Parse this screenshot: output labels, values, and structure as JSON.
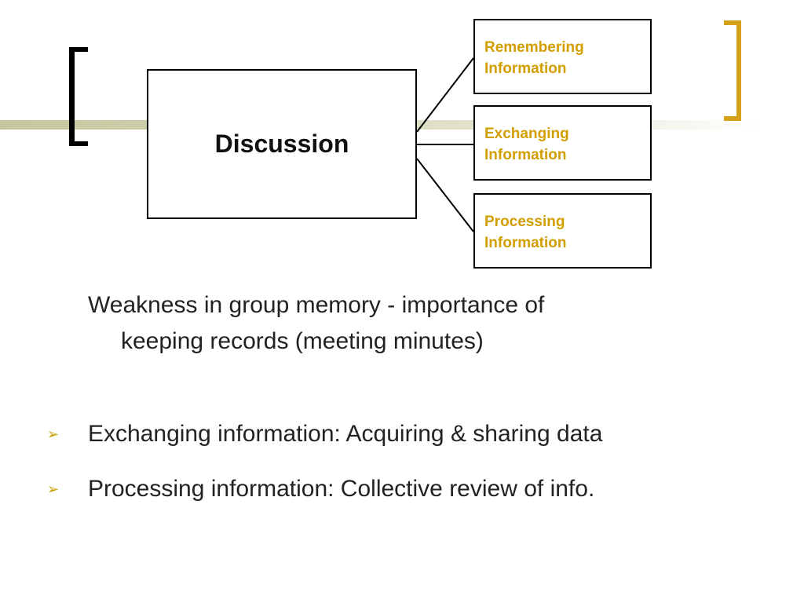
{
  "diagram": {
    "center": "Discussion",
    "branches": [
      {
        "line1": "Remembering",
        "line2": "Information"
      },
      {
        "line1": "Exchanging",
        "line2": "Information"
      },
      {
        "line1": "Processing",
        "line2": "Information"
      }
    ]
  },
  "paragraph": {
    "line1": "Weakness in group memory - importance of",
    "line2": "keeping records (meeting minutes)"
  },
  "bullets": [
    "Exchanging information: Acquiring & sharing data",
    "Processing information: Collective review of info."
  ],
  "bullet_marker": "➢",
  "colors": {
    "accent": "#d39e00",
    "bracket_right": "#d4a017",
    "bracket_left": "#000000",
    "stripe": "#c6c6a0"
  }
}
